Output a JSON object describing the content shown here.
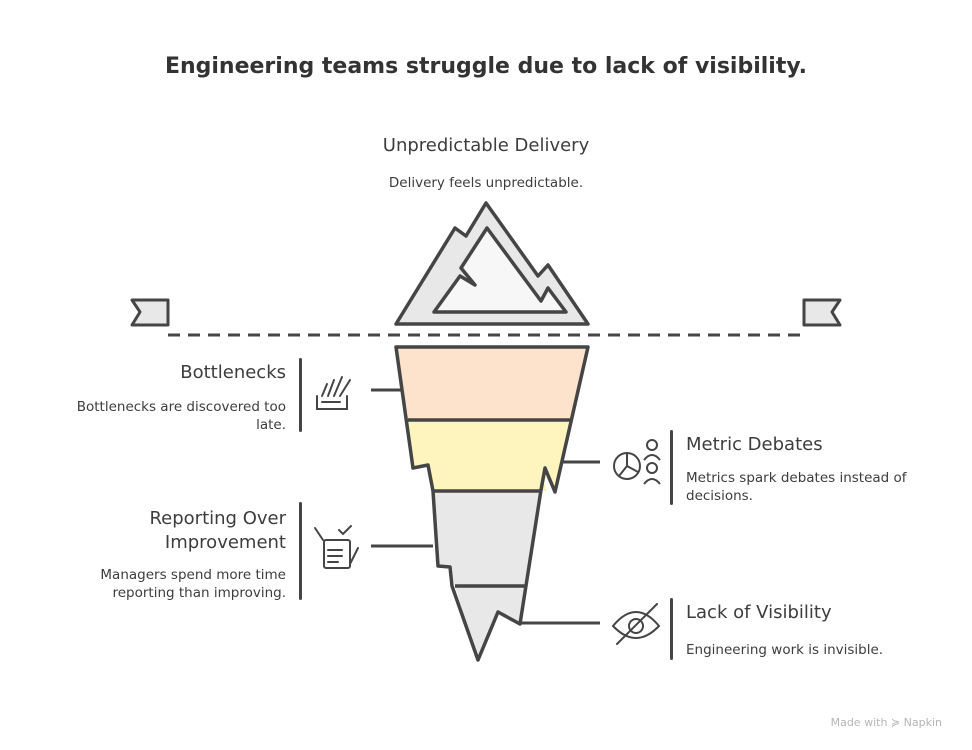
{
  "title": "Engineering teams struggle due to lack of visibility.",
  "tip": {
    "heading": "Unpredictable Delivery",
    "description": "Delivery feels unpredictable."
  },
  "layers": [
    {
      "heading": "Bottlenecks",
      "description": "Bottlenecks are discovered too late.",
      "color": "#fde3cc",
      "icon": "signal-box-icon"
    },
    {
      "heading": "Metric Debates",
      "description": "Metrics spark debates instead of decisions.",
      "color": "#fdf5bd",
      "icon": "pie-chart-people-icon"
    },
    {
      "heading": "Reporting Over Improvement",
      "description": "Managers spend more time reporting than improving.",
      "color": "#e8e8e8",
      "icon": "report-hands-icon"
    },
    {
      "heading": "Lack of Visibility",
      "description": "Engineering work is invisible.",
      "color": "#e8e8e8",
      "icon": "eye-slash-icon"
    }
  ],
  "footer": {
    "made_with": "Made with",
    "brand": "Napkin"
  }
}
